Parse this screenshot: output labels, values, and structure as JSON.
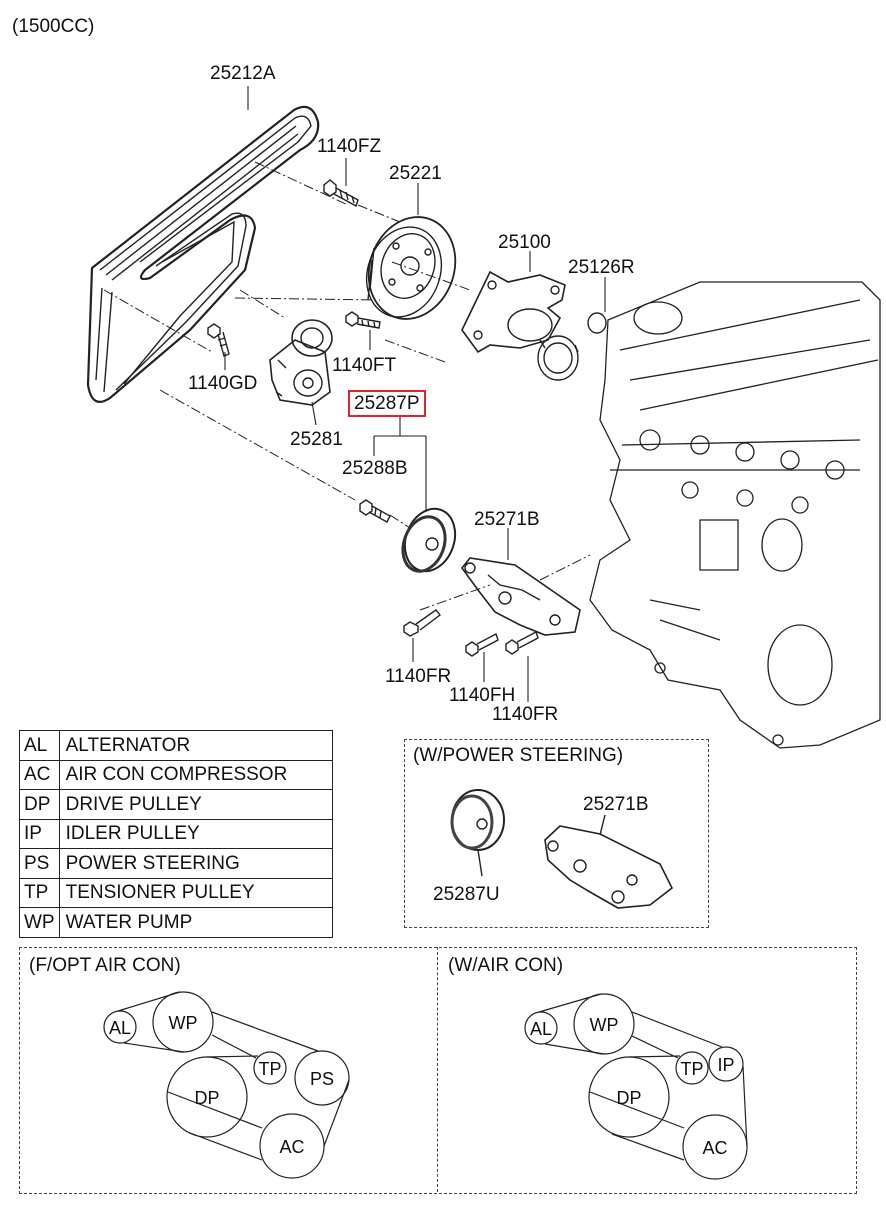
{
  "header": {
    "engine": "(1500CC)"
  },
  "part_labels": {
    "belt": "25212A",
    "bolt_pulley": "1140FZ",
    "pulley": "25221",
    "water_pump": "25100",
    "gasket": "25126R",
    "bolt_pump": "1140FT",
    "bolt_tensioner": "1140GD",
    "tensioner": "25281",
    "idler_assy": "25287P",
    "idler_bolt": "25288B",
    "bracket": "25271B",
    "bolt_fr1": "1140FR",
    "bolt_fh": "1140FH",
    "bolt_fr2": "1140FR"
  },
  "legend": [
    {
      "code": "AL",
      "desc": "ALTERNATOR"
    },
    {
      "code": "AC",
      "desc": "AIR CON COMPRESSOR"
    },
    {
      "code": "DP",
      "desc": "DRIVE PULLEY"
    },
    {
      "code": "IP",
      "desc": "IDLER PULLEY"
    },
    {
      "code": "PS",
      "desc": "POWER STEERING"
    },
    {
      "code": "TP",
      "desc": "TENSIONER PULLEY"
    },
    {
      "code": "WP",
      "desc": "WATER PUMP"
    }
  ],
  "power_steering_box": {
    "title": "(W/POWER STEERING)",
    "bracket_label": "25271B",
    "idler_label": "25287U"
  },
  "routing": {
    "opt_air_con": {
      "title": "(F/OPT AIR CON)",
      "pulleys": [
        "AL",
        "WP",
        "TP",
        "PS",
        "DP",
        "AC"
      ]
    },
    "air_con": {
      "title": "(W/AIR CON)",
      "pulleys": [
        "AL",
        "WP",
        "TP",
        "IP",
        "DP",
        "AC"
      ]
    }
  },
  "colors": {
    "highlight": "#e0242b",
    "line": "#222222"
  }
}
